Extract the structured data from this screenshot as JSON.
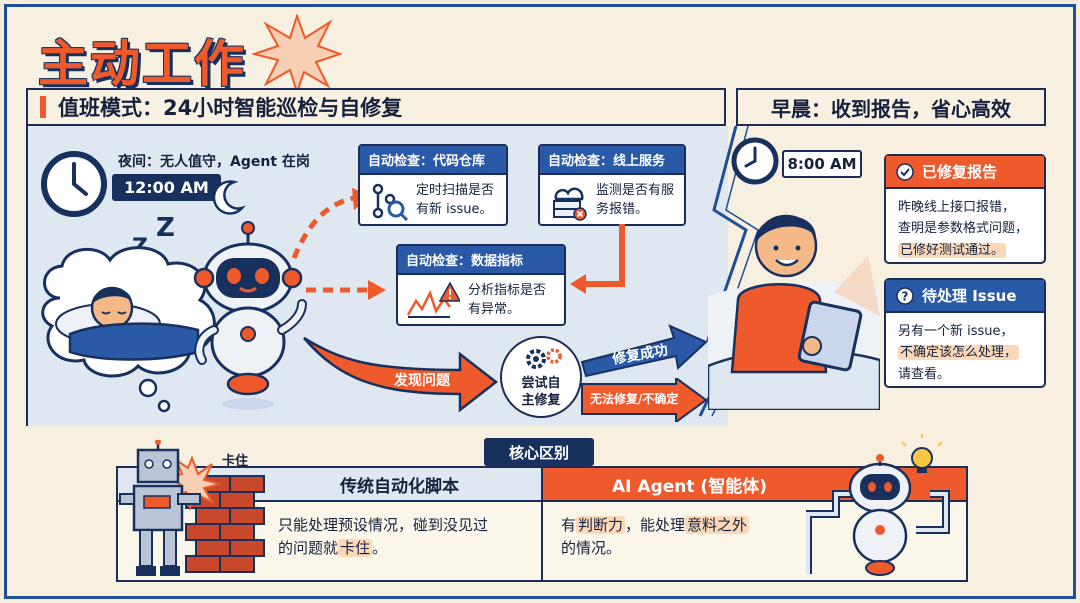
{
  "title": "主动工作",
  "section_left": "值班模式：24小时智能巡检与自修复",
  "section_right": "早晨：收到报告，省心高效",
  "night": {
    "label": "夜间：无人值守，Agent 在岗",
    "time": "12:00 AM"
  },
  "checks": [
    {
      "head": "自动检查：代码仓库",
      "body": "定时扫描是否有新 issue。"
    },
    {
      "head": "自动检查：线上服务",
      "body": "监测是否有服务报错。"
    },
    {
      "head": "自动检查：数据指标",
      "body": "分析指标是否有异常。"
    }
  ],
  "flow": {
    "found": "发现问题",
    "try_line1": "尝试自",
    "try_line2": "主修复",
    "success": "修复成功",
    "fail": "无法修复/不确定"
  },
  "morning": {
    "time": "8:00 AM"
  },
  "reports": [
    {
      "head": "已修复报告",
      "line1": "昨晚线上接口报错，",
      "line2": "查明是参数格式问题，",
      "line3": "已修好测试通过。"
    },
    {
      "head": "待处理 Issue",
      "line1": "另有一个新 issue，",
      "line2": "不确定该怎么处理，",
      "line3": "请查看。"
    }
  ],
  "core": {
    "tag": "核心区别",
    "stuck": "卡住",
    "left_head": "传统自动化脚本",
    "left_body_1": "只能处理预设情况，碰到没见过",
    "left_body_2a": "的问题就",
    "left_body_2b": "卡住",
    "left_body_2c": "。",
    "right_head": "AI Agent (智能体)",
    "right_body_1a": "有",
    "right_body_1b": "判断力",
    "right_body_1c": "，能处理",
    "right_body_1d": "意料之外",
    "right_body_2": "的情况。"
  },
  "colors": {
    "navy": "#17305e",
    "blue": "#2a5aa7",
    "orange": "#ee5a2b",
    "cream": "#f7efdf"
  }
}
